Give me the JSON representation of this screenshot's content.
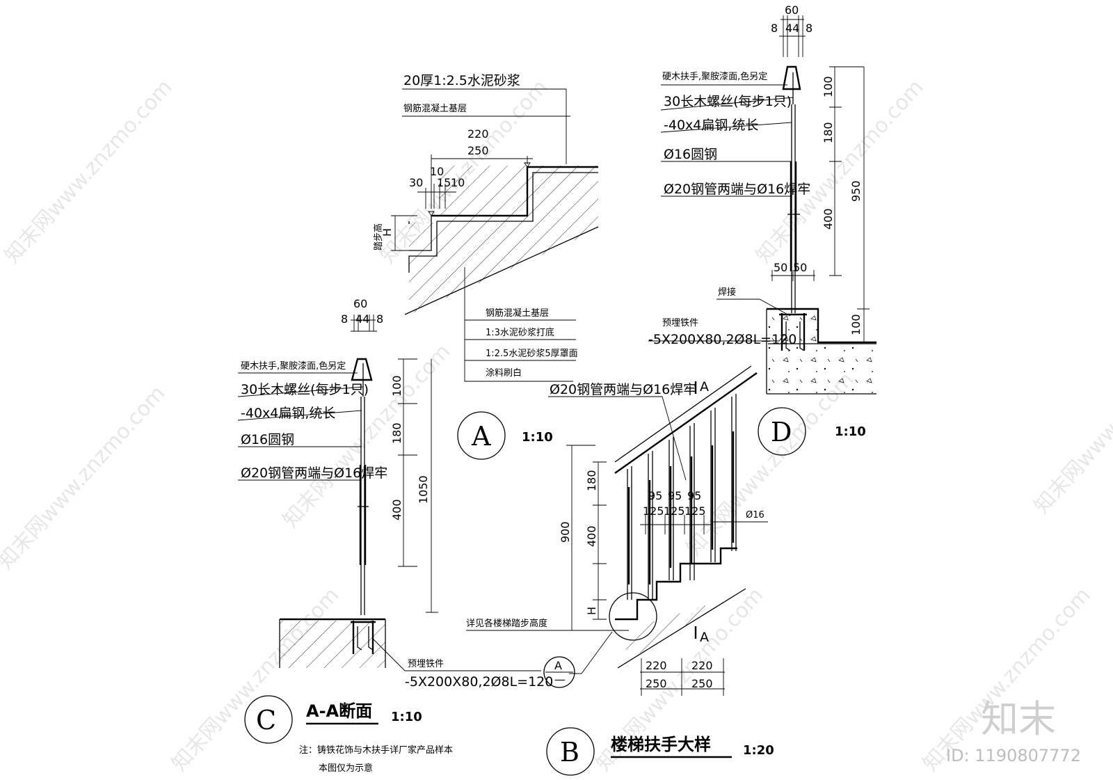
{
  "detail_A": {
    "layer_top": "20厚1:2.5水泥砂浆",
    "base_top": "钢筋混凝土基层",
    "dim_220": "220",
    "dim_250": "250",
    "dim_30": "30",
    "dim_10a": "10",
    "dim_15": "15",
    "dim_10b": "10",
    "step_height": "踏步高",
    "H": "H",
    "layer_1": "钢筋混凝土基层",
    "layer_2": "1:3水泥砂浆打底",
    "layer_3": "1:2.5水泥砂浆5厚罩面",
    "layer_4": "涂料刷白",
    "tag": "A",
    "scale": "1:10"
  },
  "detail_C": {
    "w60": "60",
    "w8a": "8",
    "w44": "44",
    "w8b": "8",
    "handrail": "硬木扶手,聚胺漆面,色另定",
    "screw": "30长木螺丝(每步1只)",
    "flatsteel": "-40x4扁钢,统长",
    "round16": "Ø16圆钢",
    "pipe20": "Ø20钢管两端与Ø16焊牢",
    "h100": "100",
    "h180": "180",
    "h400": "400",
    "h1050": "1050",
    "embed": "预埋铁件",
    "embed_spec": "-5X200X80,2Ø8L=120",
    "tag": "C",
    "title": "A-A断面",
    "scale": "1:10",
    "note1": "注：铸铁花饰与木扶手详厂家产品样本",
    "note2": "本图仅为示意"
  },
  "detail_D": {
    "w60": "60",
    "w8a": "8",
    "w44": "44",
    "w8b": "8",
    "handrail": "硬木扶手,聚胺漆面,色另定",
    "screw": "30长木螺丝(每步1只)",
    "flatsteel": "-40x4扁钢,统长",
    "round16": "Ø16圆钢",
    "pipe20": "Ø20钢管两端与Ø16焊牢",
    "h100": "100",
    "h180": "180",
    "h400": "400",
    "h950": "950",
    "h100b": "100",
    "w50a": "50",
    "w50b": "50",
    "weld": "焊接",
    "embed": "预埋铁件",
    "embed_spec": "-5X200X80,2Ø8L=120",
    "tag": "D",
    "scale": "1:10"
  },
  "detail_B": {
    "pipe20": "Ø20钢管两端与Ø16焊牢",
    "section_A_top": "A",
    "section_A_bot": "A",
    "h180": "180",
    "h400": "400",
    "h900": "900",
    "H": "H",
    "step_ref": "详见各楼梯踏步高度",
    "d95a": "95",
    "d95b": "95",
    "d95c": "95",
    "d125a": "125",
    "d125b": "125",
    "d125c": "125",
    "round16": "Ø16",
    "w220a": "220",
    "w220b": "220",
    "w250a": "250",
    "w250b": "250",
    "callout": "A",
    "callout_sheet": "—",
    "tag": "B",
    "title": "楼梯扶手大样",
    "scale": "1:20"
  },
  "brand": {
    "logo": "知末",
    "id_text": "ID: 1190807772",
    "watermark": "知末网www.znzmo.com"
  }
}
